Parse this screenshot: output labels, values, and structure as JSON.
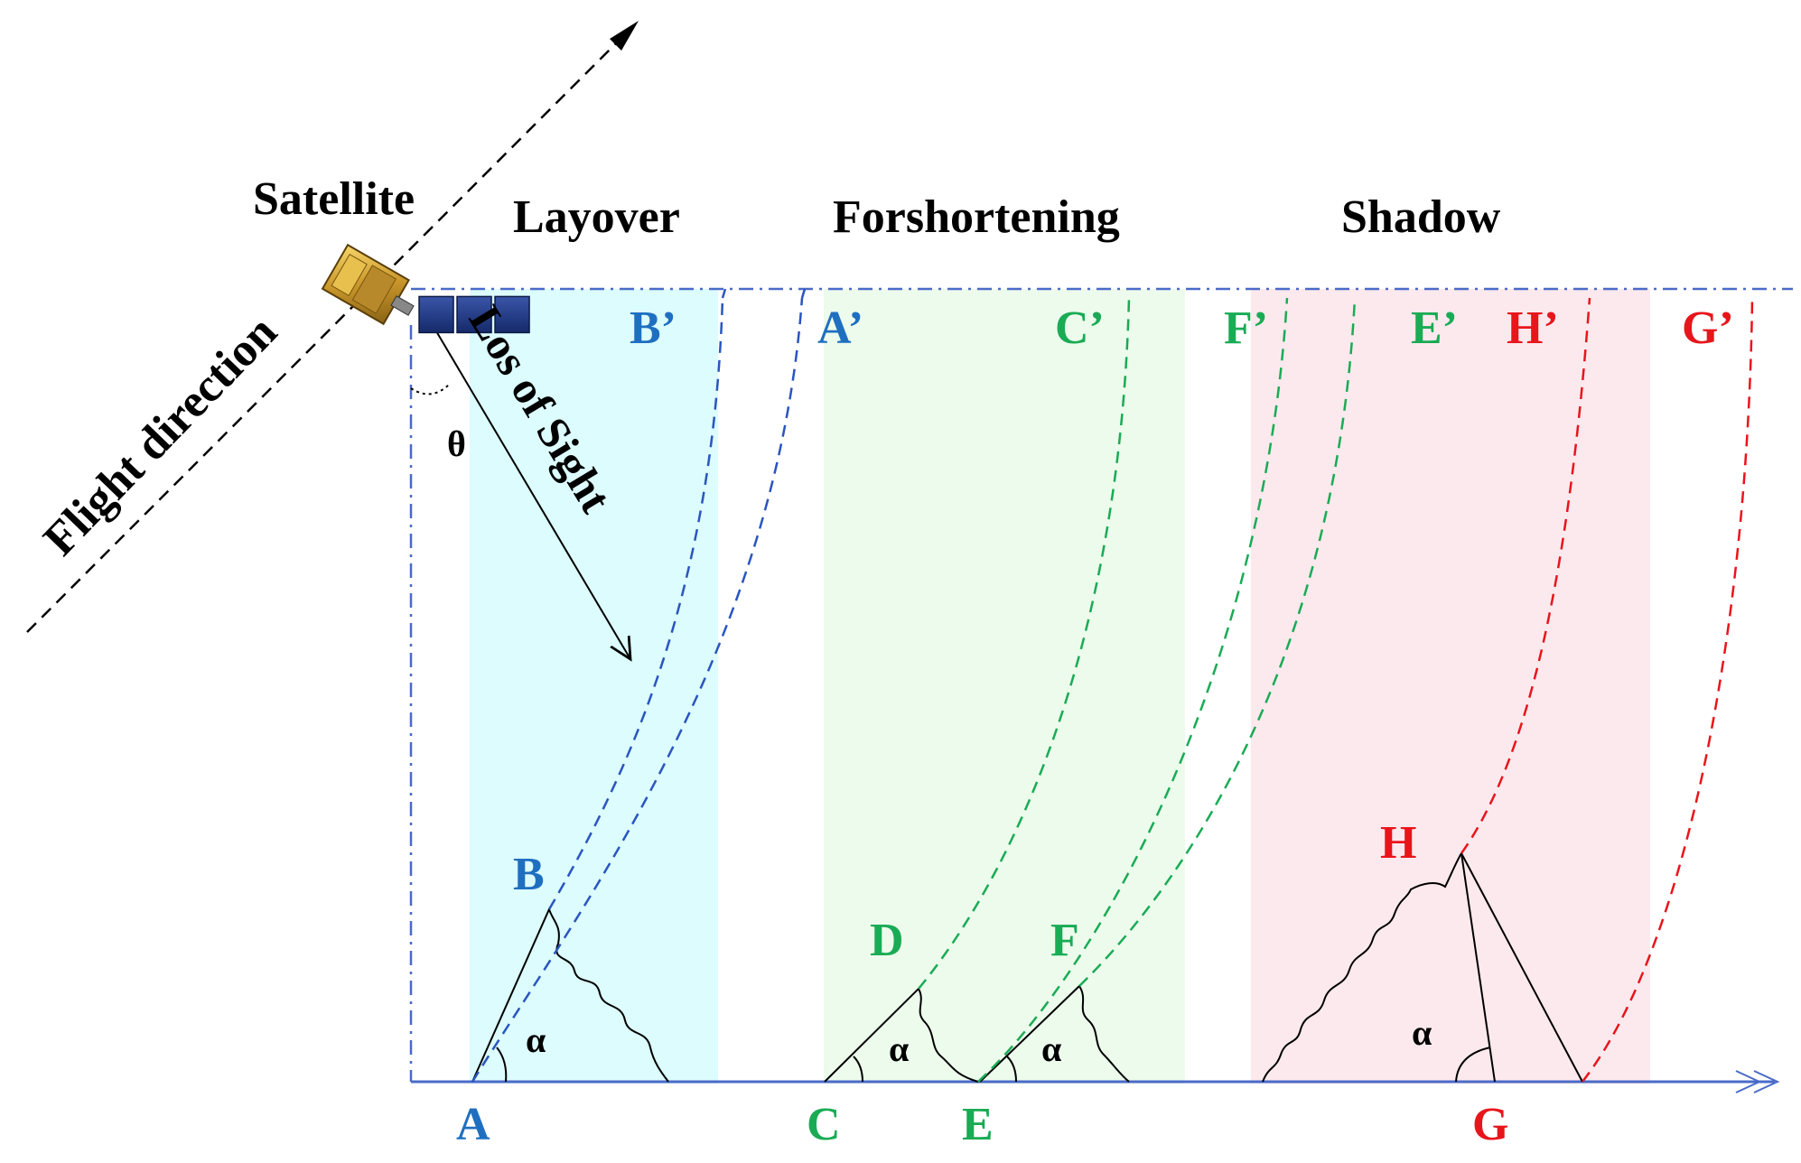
{
  "colors": {
    "blue": "#1f6fc0",
    "green": "#1aab55",
    "red": "#e8151b",
    "axis": "#4a6ac8",
    "layover_band": "#dcfcfd",
    "forshortening_band": "#ecfbec",
    "shadow_band": "#fce9ee"
  },
  "titles": {
    "satellite": "Satellite",
    "layover": "Layover",
    "forshortening": "Forshortening",
    "shadow": "Shadow",
    "flight_direction": "Flight direction",
    "line_of_sight": "Los of Sight"
  },
  "symbols": {
    "theta": "θ",
    "alpha": "α"
  },
  "ground_points": {
    "A": "A",
    "B": "B",
    "C": "C",
    "D": "D",
    "E": "E",
    "F": "F",
    "G": "G",
    "H": "H"
  },
  "projected_points": {
    "A_prime": "A’",
    "B_prime": "B’",
    "C_prime": "C’",
    "E_prime": "E’",
    "F_prime": "F’",
    "G_prime": "G’",
    "H_prime": "H’"
  }
}
